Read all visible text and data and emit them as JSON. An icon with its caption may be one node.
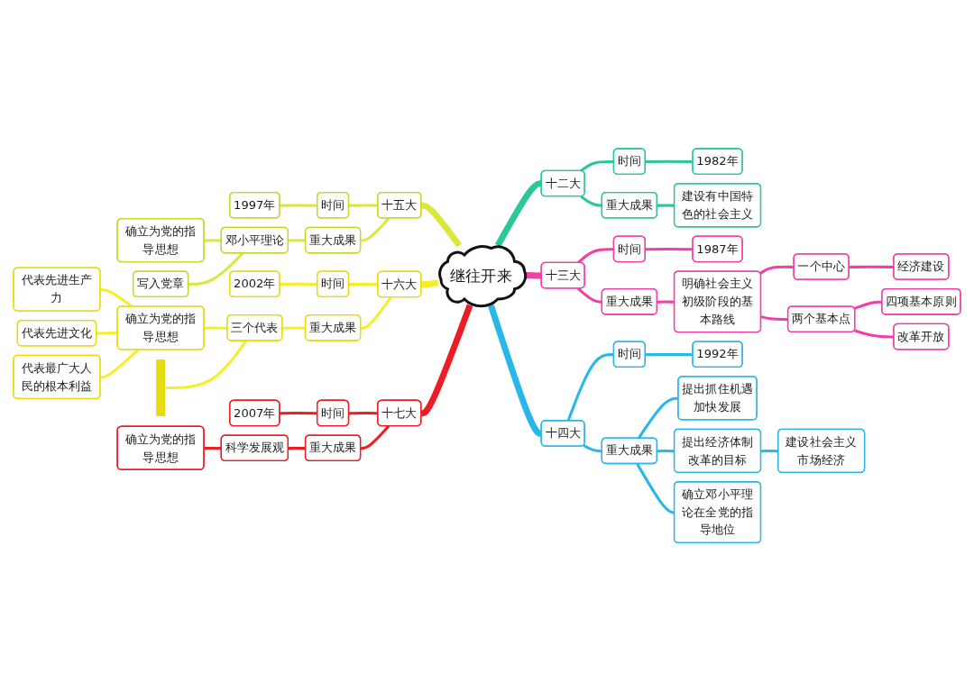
{
  "diagram": {
    "nodes": [
      {
        "text": [
          "继往开来"
        ]
      },
      {
        "text": [
          "十二大"
        ]
      },
      {
        "text": [
          "时间"
        ]
      },
      {
        "text": [
          "1982年"
        ]
      },
      {
        "text": [
          "重大成果"
        ]
      },
      {
        "text": [
          "建设有中国特色的社会主义"
        ]
      },
      {
        "text": [
          "十三大"
        ]
      },
      {
        "text": [
          "时间"
        ]
      },
      {
        "text": [
          "1987年"
        ]
      },
      {
        "text": [
          "重大成果"
        ]
      },
      {
        "text": [
          "明确社会主义初级阶段的基本路线"
        ]
      },
      {
        "text": [
          "一个中心"
        ]
      },
      {
        "text": [
          "经济建设"
        ]
      },
      {
        "text": [
          "两个基本点"
        ]
      },
      {
        "text": [
          "四项基本原则"
        ]
      },
      {
        "text": [
          "改革开放"
        ]
      },
      {
        "text": [
          "十四大"
        ]
      },
      {
        "text": [
          "时间"
        ]
      },
      {
        "text": [
          "1992年"
        ]
      },
      {
        "text": [
          "重大成果"
        ]
      },
      {
        "text": [
          "提出抓住机遇",
          "加快发展"
        ]
      },
      {
        "text": [
          "提出经济体制改革的目标"
        ]
      },
      {
        "text": [
          "建设社会主义市场经济"
        ]
      },
      {
        "text": [
          "确立邓小平理论在全党的指导地位"
        ]
      },
      {
        "text": [
          "十五大"
        ]
      },
      {
        "text": [
          "时间"
        ]
      },
      {
        "text": [
          "1997年"
        ]
      },
      {
        "text": [
          "重大成果"
        ]
      },
      {
        "text": [
          "邓小平理论"
        ]
      },
      {
        "text": [
          "确立为党的指导思想"
        ]
      },
      {
        "text": [
          "写入党章"
        ]
      },
      {
        "text": [
          "十六大"
        ]
      },
      {
        "text": [
          "时间"
        ]
      },
      {
        "text": [
          "2002年"
        ]
      },
      {
        "text": [
          "重大成果"
        ]
      },
      {
        "text": [
          "三个代表"
        ]
      },
      {
        "text": [
          "确立为党的指导思想"
        ]
      },
      {
        "text": [
          "代表先进生产力"
        ]
      },
      {
        "text": [
          "代表先进文化"
        ]
      },
      {
        "text": [
          "代表最广大人民的根本利益"
        ]
      },
      {
        "text": [],
        "shape": "bar"
      },
      {
        "text": [
          "十七大"
        ]
      },
      {
        "text": [
          "时间"
        ]
      },
      {
        "text": [
          "2007年"
        ]
      },
      {
        "text": [
          "重大成果"
        ]
      },
      {
        "text": [
          "科学发展观"
        ]
      },
      {
        "text": [
          "确立为党的指导思想"
        ]
      }
    ],
    "edges": [
      {
        "from": 0,
        "to": 1,
        "arrow": "none",
        "style": "thick",
        "color": "#2cc69b"
      },
      {
        "from": 1,
        "to": 2,
        "arrow": "none",
        "color": "#2cc69b"
      },
      {
        "from": 2,
        "to": 3,
        "arrow": "none",
        "color": "#2cc69b"
      },
      {
        "from": 1,
        "to": 4,
        "arrow": "none",
        "color": "#2cc69b"
      },
      {
        "from": 4,
        "to": 5,
        "arrow": "none",
        "color": "#2cc69b"
      },
      {
        "from": 0,
        "to": 6,
        "arrow": "none",
        "style": "thick",
        "color": "#f03fa8"
      },
      {
        "from": 6,
        "to": 7,
        "arrow": "none",
        "color": "#f03fa8"
      },
      {
        "from": 7,
        "to": 8,
        "arrow": "none",
        "color": "#f03fa8"
      },
      {
        "from": 6,
        "to": 9,
        "arrow": "none",
        "color": "#f03fa8"
      },
      {
        "from": 9,
        "to": 10,
        "arrow": "none",
        "color": "#f03fa8"
      },
      {
        "from": 10,
        "to": 11,
        "arrow": "none",
        "color": "#f03fa8"
      },
      {
        "from": 11,
        "to": 12,
        "arrow": "none",
        "color": "#f03fa8"
      },
      {
        "from": 10,
        "to": 13,
        "arrow": "none",
        "color": "#f03fa8"
      },
      {
        "from": 13,
        "to": 14,
        "arrow": "none",
        "color": "#f03fa8"
      },
      {
        "from": 13,
        "to": 15,
        "arrow": "none",
        "color": "#f03fa8"
      },
      {
        "from": 0,
        "to": 16,
        "arrow": "none",
        "style": "thick",
        "color": "#29b6e8"
      },
      {
        "from": 16,
        "to": 17,
        "arrow": "none",
        "color": "#29b6e8"
      },
      {
        "from": 17,
        "to": 18,
        "arrow": "none",
        "color": "#29b6e8"
      },
      {
        "from": 16,
        "to": 19,
        "arrow": "none",
        "color": "#29b6e8"
      },
      {
        "from": 19,
        "to": 20,
        "arrow": "none",
        "color": "#29b6e8"
      },
      {
        "from": 19,
        "to": 21,
        "arrow": "none",
        "color": "#29b6e8"
      },
      {
        "from": 21,
        "to": 22,
        "arrow": "none",
        "color": "#29b6e8"
      },
      {
        "from": 19,
        "to": 23,
        "arrow": "none",
        "color": "#29b6e8"
      },
      {
        "from": 24,
        "to": 0,
        "arrow": "none",
        "style": "thick",
        "color": "#d9e83a"
      },
      {
        "from": 25,
        "to": 24,
        "arrow": "none",
        "color": "#d9e83a"
      },
      {
        "from": 26,
        "to": 25,
        "arrow": "none",
        "color": "#d9e83a"
      },
      {
        "from": 27,
        "to": 24,
        "arrow": "none",
        "color": "#d9e83a"
      },
      {
        "from": 28,
        "to": 27,
        "arrow": "none",
        "color": "#d9e83a"
      },
      {
        "from": 29,
        "to": 28,
        "arrow": "none",
        "color": "#d9e83a"
      },
      {
        "from": 30,
        "to": 28,
        "arrow": "none",
        "color": "#d9e83a"
      },
      {
        "from": 31,
        "to": 0,
        "arrow": "none",
        "style": "thick",
        "color": "#f5ef2b"
      },
      {
        "from": 32,
        "to": 31,
        "arrow": "none",
        "color": "#f5ef2b"
      },
      {
        "from": 33,
        "to": 32,
        "arrow": "none",
        "color": "#f5ef2b"
      },
      {
        "from": 34,
        "to": 31,
        "arrow": "none",
        "color": "#f5ef2b"
      },
      {
        "from": 35,
        "to": 34,
        "arrow": "none",
        "color": "#f5ef2b"
      },
      {
        "from": 36,
        "to": 35,
        "arrow": "none",
        "color": "#f5ef2b"
      },
      {
        "from": 37,
        "to": 36,
        "arrow": "none",
        "color": "#f5ef2b"
      },
      {
        "from": 38,
        "to": 36,
        "arrow": "none",
        "color": "#f5ef2b"
      },
      {
        "from": 39,
        "to": 36,
        "arrow": "none",
        "color": "#f5ef2b"
      },
      {
        "from": 40,
        "to": 35,
        "arrow": "none",
        "color": "#f5ef2b"
      },
      {
        "from": 41,
        "to": 0,
        "arrow": "none",
        "style": "thick",
        "color": "#ec1c24"
      },
      {
        "from": 42,
        "to": 41,
        "arrow": "none",
        "color": "#ec1c24"
      },
      {
        "from": 43,
        "to": 42,
        "arrow": "none",
        "color": "#ec1c24"
      },
      {
        "from": 44,
        "to": 41,
        "arrow": "none",
        "color": "#ec1c24"
      },
      {
        "from": 45,
        "to": 44,
        "arrow": "none",
        "color": "#ec1c24"
      },
      {
        "from": 46,
        "to": 45,
        "arrow": "none",
        "color": "#ec1c24"
      }
    ]
  }
}
